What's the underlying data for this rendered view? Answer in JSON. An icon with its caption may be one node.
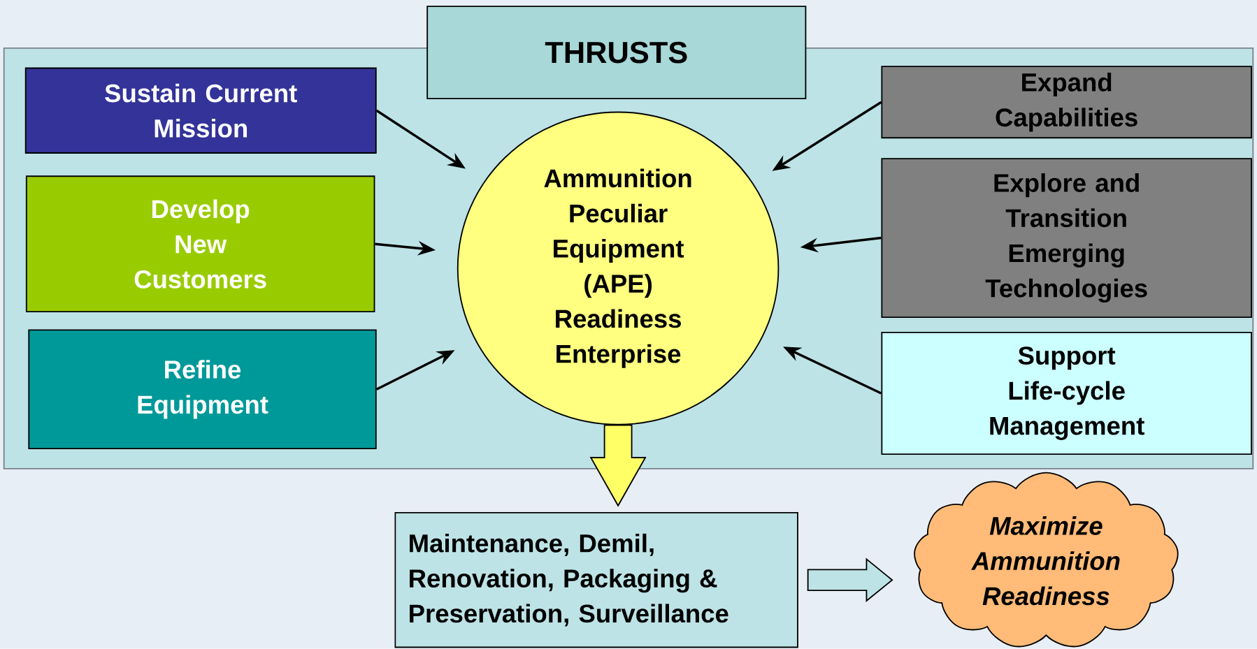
{
  "diagram": {
    "nodes": [
      {
        "text": [],
        "shape": "box"
      },
      {
        "text": [
          "THRUSTS"
        ]
      },
      {
        "text": [
          "Sustain Current Mission"
        ],
        "in": 0
      },
      {
        "text": [
          "Develop New Customers"
        ],
        "in": 0
      },
      {
        "text": [
          "Refine Equipment"
        ],
        "in": 0
      },
      {
        "text": [
          "Ammunition Peculiar Equipment (APE) Readiness Enterprise"
        ],
        "in": 0
      },
      {
        "text": [
          "Expand Capabilities"
        ],
        "in": 0
      },
      {
        "text": [
          "Explore and Transition Emerging Technologies"
        ],
        "in": 0
      },
      {
        "text": [
          "Support Life-cycle Management"
        ],
        "in": 0
      },
      {
        "text": [
          "Maintenance, Demil, Renovation, Packaging & Preservation, Surveillance"
        ]
      },
      {
        "text": [
          "Maximize Ammunition Readiness"
        ]
      }
    ],
    "edges": [
      {
        "from": 2,
        "to": 5,
        "arrow": "to"
      },
      {
        "from": 3,
        "to": 5,
        "arrow": "to"
      },
      {
        "from": 4,
        "to": 5,
        "arrow": "to"
      },
      {
        "from": 6,
        "to": 5,
        "arrow": "to"
      },
      {
        "from": 7,
        "to": 5,
        "arrow": "to"
      },
      {
        "from": 8,
        "to": 5,
        "arrow": "to"
      },
      {
        "from": 5,
        "to": 9,
        "arrow": "to",
        "style": "thick",
        "color": "#ffff66"
      },
      {
        "from": 9,
        "to": 10,
        "arrow": "to",
        "style": "thick",
        "color": "#bde3e6"
      }
    ]
  }
}
